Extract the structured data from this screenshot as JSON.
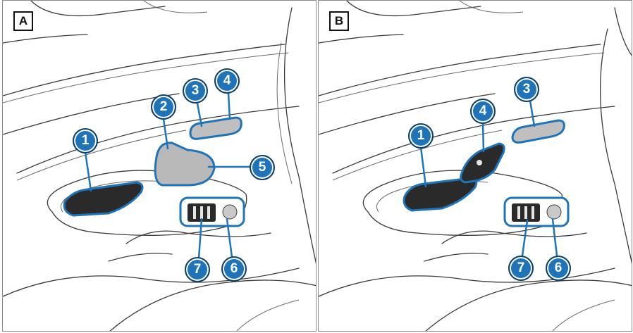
{
  "panels": [
    {
      "label": "A",
      "callouts": [
        "1",
        "2",
        "3",
        "4",
        "5",
        "6",
        "7"
      ]
    },
    {
      "label": "B",
      "callouts": [
        "1",
        "4",
        "3",
        "7",
        "6"
      ]
    }
  ],
  "colors": {
    "accent": "#1f74b9",
    "part_dark": "#2a2a2a",
    "part_silver": "#b9b9b9"
  }
}
